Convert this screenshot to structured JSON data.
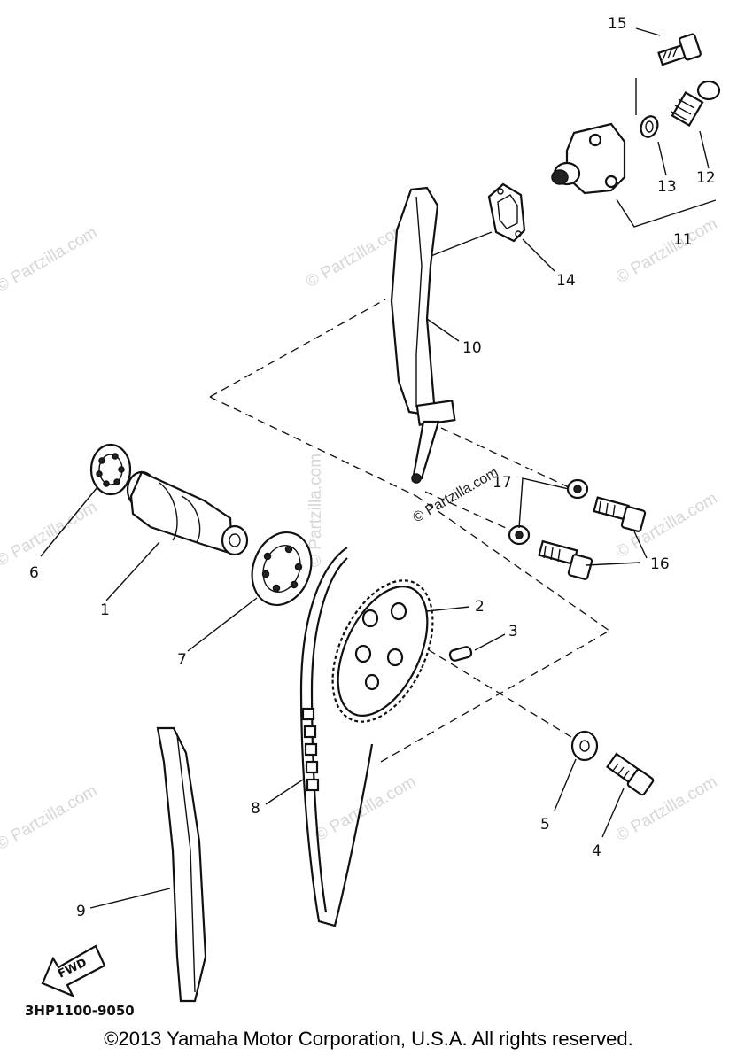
{
  "diagram": {
    "callouts": {
      "c1": "1",
      "c2": "2",
      "c3": "3",
      "c4": "4",
      "c5": "5",
      "c6": "6",
      "c7": "7",
      "c8": "8",
      "c9": "9",
      "c10": "10",
      "c11": "11",
      "c12": "12",
      "c13": "13",
      "c14": "14",
      "c15": "15",
      "c16": "16",
      "c17": "17"
    },
    "drawing_code": "3HP1100-9050",
    "fwd_label": "FWD",
    "watermark": "© Partzilla.com"
  },
  "footer": {
    "copyright": "©2013  Yamaha Motor Corporation, U.S.A. All rights reserved."
  }
}
